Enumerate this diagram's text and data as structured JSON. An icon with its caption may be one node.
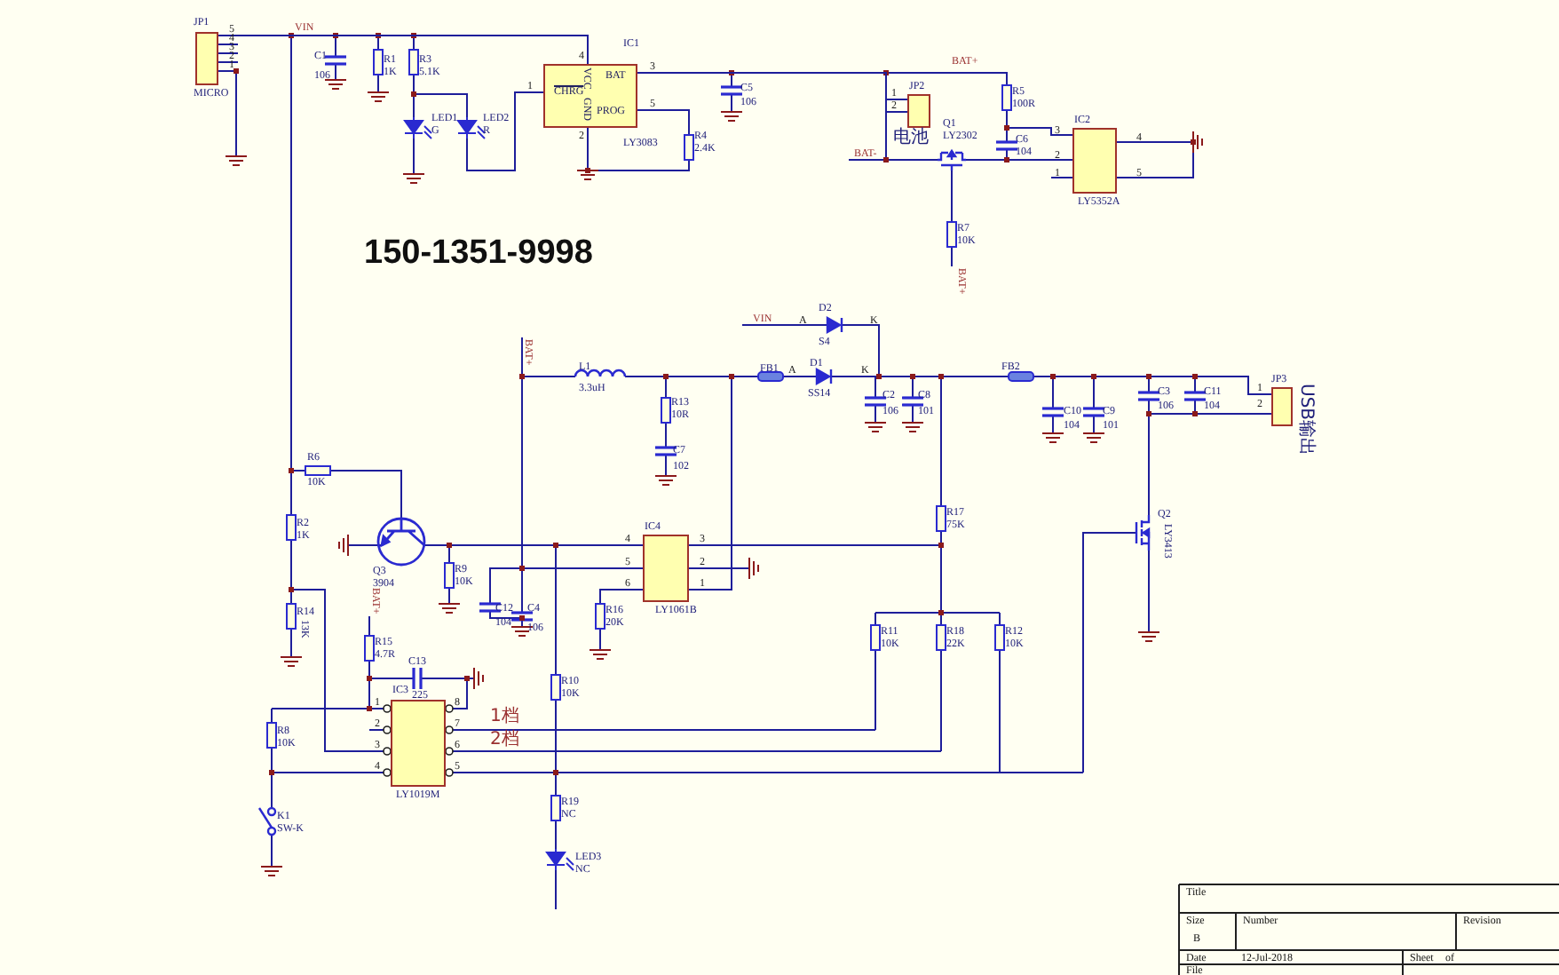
{
  "diagram": {
    "nodes": [
      {
        "text": [],
        "shape": "box",
        "beside": [
          "JP1",
          "MICRO"
        ]
      },
      {
        "text": [
          "CHRG",
          "VCC",
          "GND",
          "BAT",
          "PROG"
        ],
        "beside": [
          "IC1",
          "LY3083"
        ]
      },
      {
        "text": [],
        "shape": "box",
        "beside": [
          "JP2",
          "电池"
        ]
      },
      {
        "text": [],
        "shape": "box",
        "beside": [
          "IC2",
          "LY5352A"
        ]
      },
      {
        "text": [],
        "shape": "box",
        "beside": [
          "JP3",
          "USB输出"
        ]
      },
      {
        "text": [],
        "shape": "box",
        "beside": [
          "IC4",
          "LY1061B"
        ]
      },
      {
        "text": [],
        "shape": "box",
        "beside": [
          "IC3",
          "LY1019M"
        ]
      }
    ],
    "edges": [
      {
        "from": 0,
        "to": 1,
        "arrow": "none"
      },
      {
        "from": 1,
        "to": 2,
        "arrow": "none"
      }
    ],
    "labels": [
      "5",
      "4",
      "3",
      "2",
      "1",
      "VIN",
      "C1",
      "106",
      "R1",
      "1K",
      "R3",
      "5.1K",
      "LED1",
      "G",
      "LED2",
      "R",
      "4",
      "1",
      "3",
      "5",
      "2",
      "R4",
      "2.4K",
      "C5",
      "106",
      "BAT+",
      "1",
      "2",
      "R5",
      "100R",
      "Q1",
      "LY2302",
      "BAT-",
      "C6",
      "104",
      "3",
      "2",
      "1",
      "4",
      "5",
      "R7",
      "10K",
      "BAT+",
      "150-1351-9998",
      "VIN",
      "A",
      "D2",
      "K",
      "S4",
      "BAT+",
      "L1",
      "3.3uH",
      "R13",
      "10R",
      "C7",
      "102",
      "FB1",
      "A",
      "D1",
      "SS14",
      "K",
      "C2",
      "106",
      "C8",
      "101",
      "FB2",
      "C10",
      "104",
      "C9",
      "101",
      "C3",
      "106",
      "C11",
      "104",
      "1",
      "2",
      "R6",
      "10K",
      "R2",
      "1K",
      "Q3",
      "3904",
      "R9",
      "10K",
      "4",
      "5",
      "6",
      "3",
      "2",
      "1",
      "C12",
      "104",
      "C4",
      "106",
      "R16",
      "20K",
      "R17",
      "75K",
      "Q2",
      "LY3413",
      "R11",
      "10K",
      "R18",
      "22K",
      "R12",
      "10K",
      "R14",
      "13K",
      "BAT+",
      "R15",
      "4.7R",
      "C13",
      "225",
      "1",
      "2",
      "3",
      "4",
      "8",
      "7",
      "6",
      "5",
      "1档",
      "2档",
      "R8",
      "10K",
      "K1",
      "SW-K",
      "R10",
      "10K",
      "R19",
      "NC",
      "LED3",
      "NC",
      "Title",
      "Size",
      "B",
      "Number",
      "Revision",
      "Date",
      "12-Jul-2018",
      "Sheet",
      "of",
      "File"
    ]
  }
}
